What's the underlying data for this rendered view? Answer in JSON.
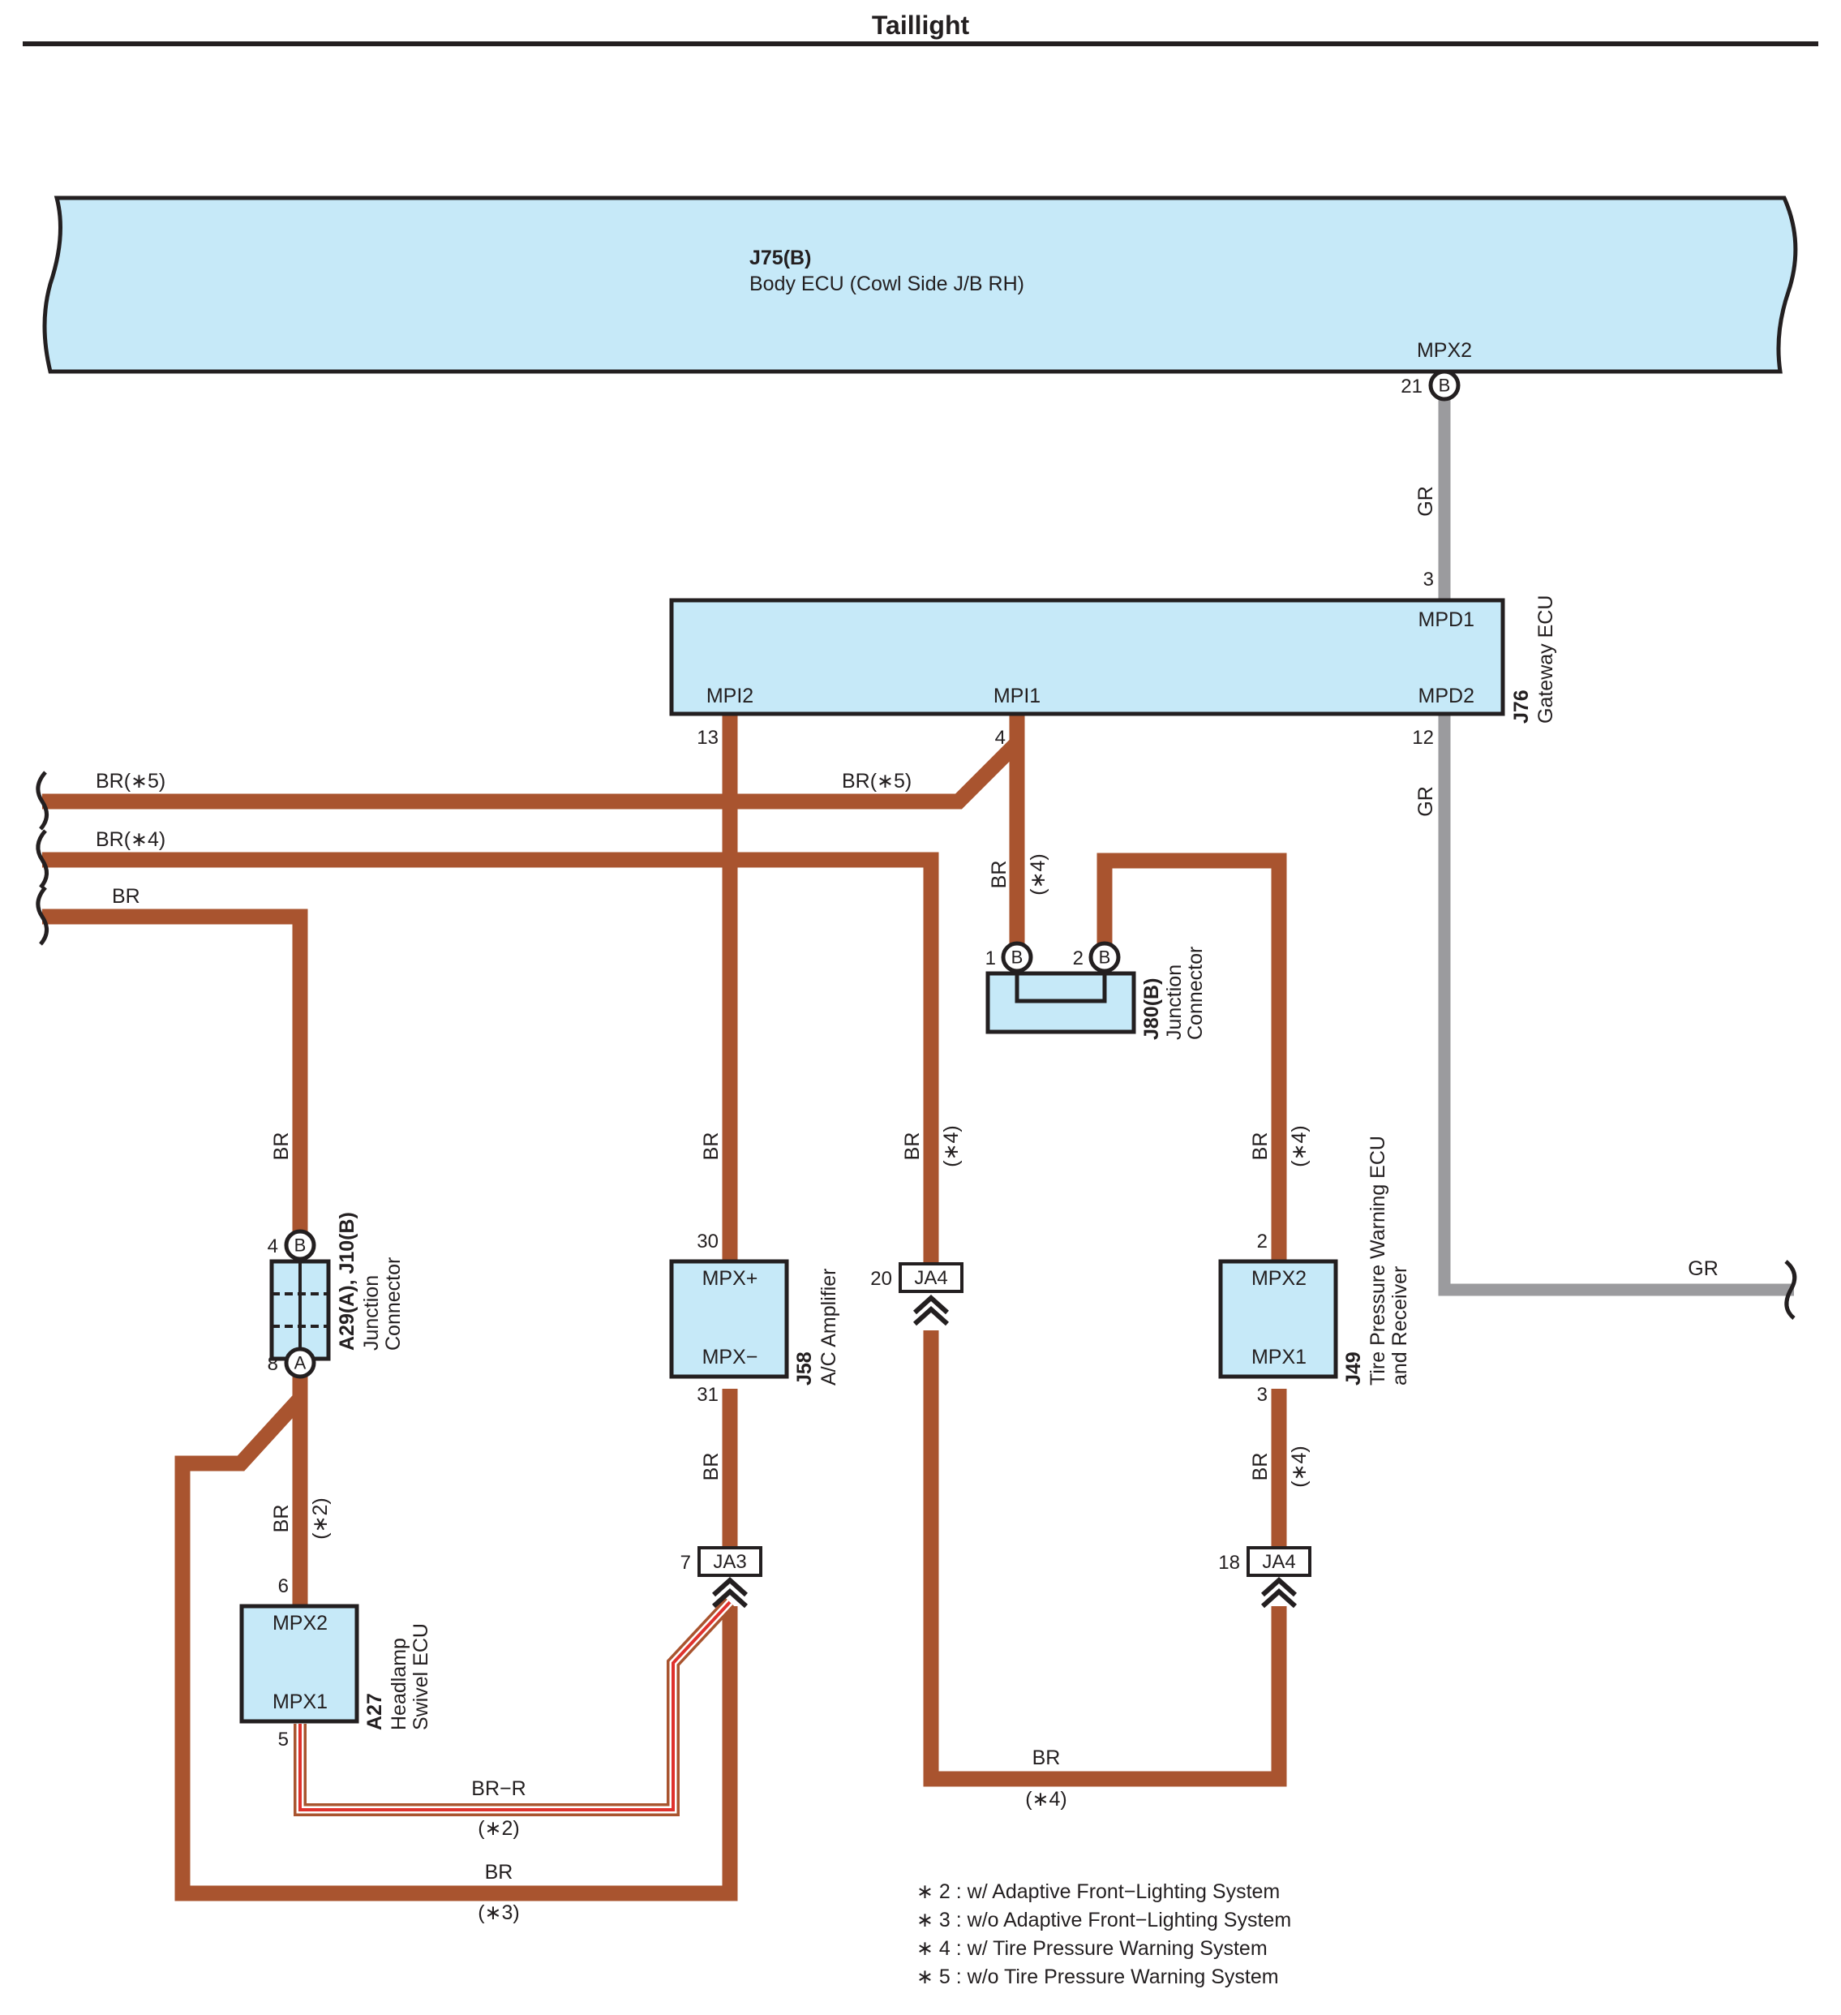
{
  "title": "Taillight",
  "body_ecu": {
    "id": "J75(B)",
    "name": "Body ECU (Cowl Side J/B RH)",
    "terminal": "MPX2",
    "pin": "21",
    "pin_conn": "B"
  },
  "gateway_ecu": {
    "id": "J76",
    "name": "Gateway ECU",
    "t_mpd1": "MPD1",
    "t_mpd2": "MPD2",
    "t_mpi1": "MPI1",
    "t_mpi2": "MPI2",
    "pin_mpd1": "3",
    "pin_mpd2": "12",
    "pin_mpi1": "4",
    "pin_mpi2": "13"
  },
  "junction_j80": {
    "id": "J80(B)",
    "name1": "Junction",
    "name2": "Connector",
    "pin1": "1",
    "pin2": "2",
    "conn": "B"
  },
  "junction_a29": {
    "id": "A29(A), J10(B)",
    "name1": "Junction",
    "name2": "Connector",
    "pin_top": "4",
    "pin_top_conn": "B",
    "pin_bot": "8",
    "pin_bot_conn": "A"
  },
  "ac_amp": {
    "id": "J58",
    "name": "A/C Amplifier",
    "t_plus": "MPX+",
    "t_minus": "MPX−",
    "pin_plus": "30",
    "pin_minus": "31"
  },
  "tpms": {
    "id": "J49",
    "name1": "Tire Pressure Warning ECU",
    "name2": "and Receiver",
    "t_mpx2": "MPX2",
    "t_mpx1": "MPX1",
    "pin_mpx2": "2",
    "pin_mpx1": "3"
  },
  "headlamp": {
    "id": "A27",
    "name1": "Headlamp",
    "name2": "Swivel ECU",
    "t_mpx2": "MPX2",
    "t_mpx1": "MPX1",
    "pin_mpx2": "6",
    "pin_mpx1": "5"
  },
  "inline": {
    "ja4_upper": {
      "label": "JA4",
      "pin": "20"
    },
    "ja3": {
      "label": "JA3",
      "pin": "7"
    },
    "ja4_lower": {
      "label": "JA4",
      "pin": "18"
    }
  },
  "wire_labels": {
    "gr": "GR",
    "br": "BR",
    "br_r": "BR−R",
    "br_n5": "BR(∗5)",
    "br_n4": "BR(∗4)",
    "n2": "(∗2)",
    "n3": "(∗3)",
    "n4": "(∗4)"
  },
  "notes": [
    "∗ 2 : w/ Adaptive Front−Lighting System",
    "∗ 3 : w/o Adaptive Front−Lighting System",
    "∗ 4 : w/ Tire Pressure Warning System",
    "∗ 5 : w/o Tire Pressure Warning System"
  ],
  "colors": {
    "br": "#a9542f",
    "gr": "#9b9b9e",
    "box": "#c6e9f8",
    "br_r_stripe": "#e0322d"
  }
}
